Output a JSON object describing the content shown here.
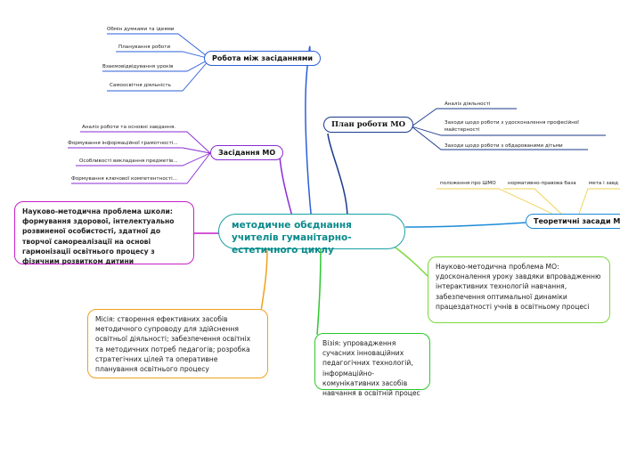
{
  "central": "методичне обєднання учителів гуманітарно-естетичного циклу",
  "left_top": {
    "title": "Робота між засіданнями",
    "items": [
      "Обмін думками та ідеями",
      "Планування роботи",
      "Взаємовідвідування уроків",
      "Самоосвітня діяльність"
    ]
  },
  "left_mid": {
    "title": "Засідання МО",
    "items": [
      "Аналіз роботи та основні завдання.",
      "Формування інформаційної грамотності...",
      "Особливості викладання предметів...",
      "Формування ключової компетентності..."
    ]
  },
  "problem_school": "Науково-методична проблема школи: формування здорової, інтелектуально розвиненої особистості, здатної до творчої самореалізації на основі гармонізації освітнього процесу з фізичним розвитком дитини",
  "mission": "Місія: створення ефективних засобів методичного супроводу для здійснення освітньої діяльності; забезпечення освітніх та методичних потреб педагогів; розробка стратегічних цілей та оперативне планування освітнього процесу",
  "vision": "Візія: упровадження сучасних інноваційних педагогічних технологій, інформаційно-комунікативних засобів навчання в освітній процес",
  "problem_mo": "Науково-методична проблема МО: удосконалення уроку завдяки впровадженню інтерактивних технологій навчання, забезпечення оптимальної динаміки працездатності учнів в освітньому процесі",
  "plan": {
    "title": "План роботи МО",
    "items": [
      "Аналіз діяльності",
      "Заходи щодо роботи з удосконалення професійної майстерності",
      "Заходи щодо роботи з обдарованими дітьми"
    ]
  },
  "theory": {
    "title": "Теоретичні засади МО",
    "items": [
      "положення про ШМО",
      "нормативно-правова база",
      "мета і завд"
    ]
  },
  "colors": {
    "central": "#1aa0a0",
    "left_top": "#2b5fd9",
    "left_mid": "#8a2bd6",
    "problem_school": "#c81ec8",
    "mission": "#f0a020",
    "vision": "#2ec82e",
    "problem_mo": "#7ad83a",
    "plan": "#1a3a8a",
    "theory": "#1a8ad8",
    "theory_leaf": "#f0d050"
  }
}
